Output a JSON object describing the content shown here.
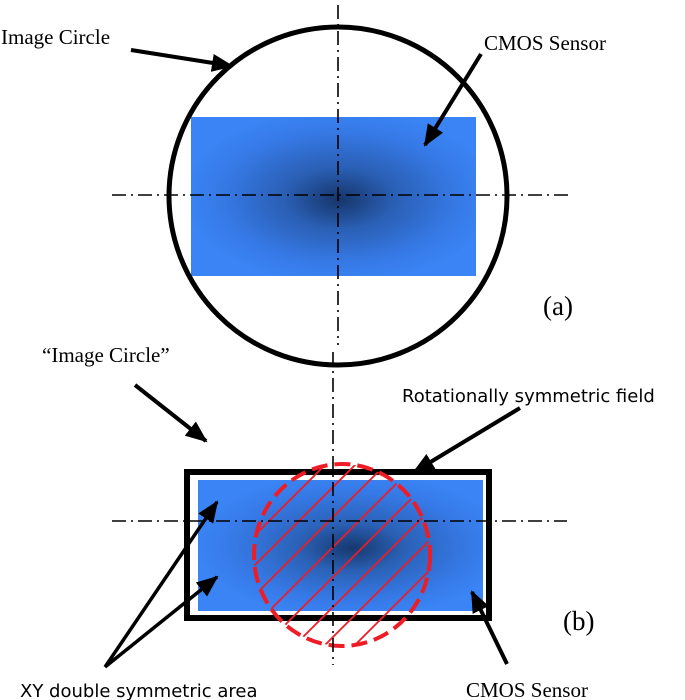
{
  "panel_a": {
    "label": "(a)",
    "image_circle_label": "Image Circle",
    "cmos_sensor_label": "CMOS Sensor"
  },
  "panel_b": {
    "label": "(b)",
    "image_circle_label": "“Image Circle”",
    "rotational_field_label": "Rotationally symmetric field",
    "xy_area_label": "XY double symmetric area",
    "cmos_sensor_label": "CMOS Sensor"
  },
  "colors": {
    "sensor_blue": "#3a82f2",
    "sensor_center": "#1a3f7a",
    "field_red": "#ee1c25",
    "outline": "#000000"
  }
}
